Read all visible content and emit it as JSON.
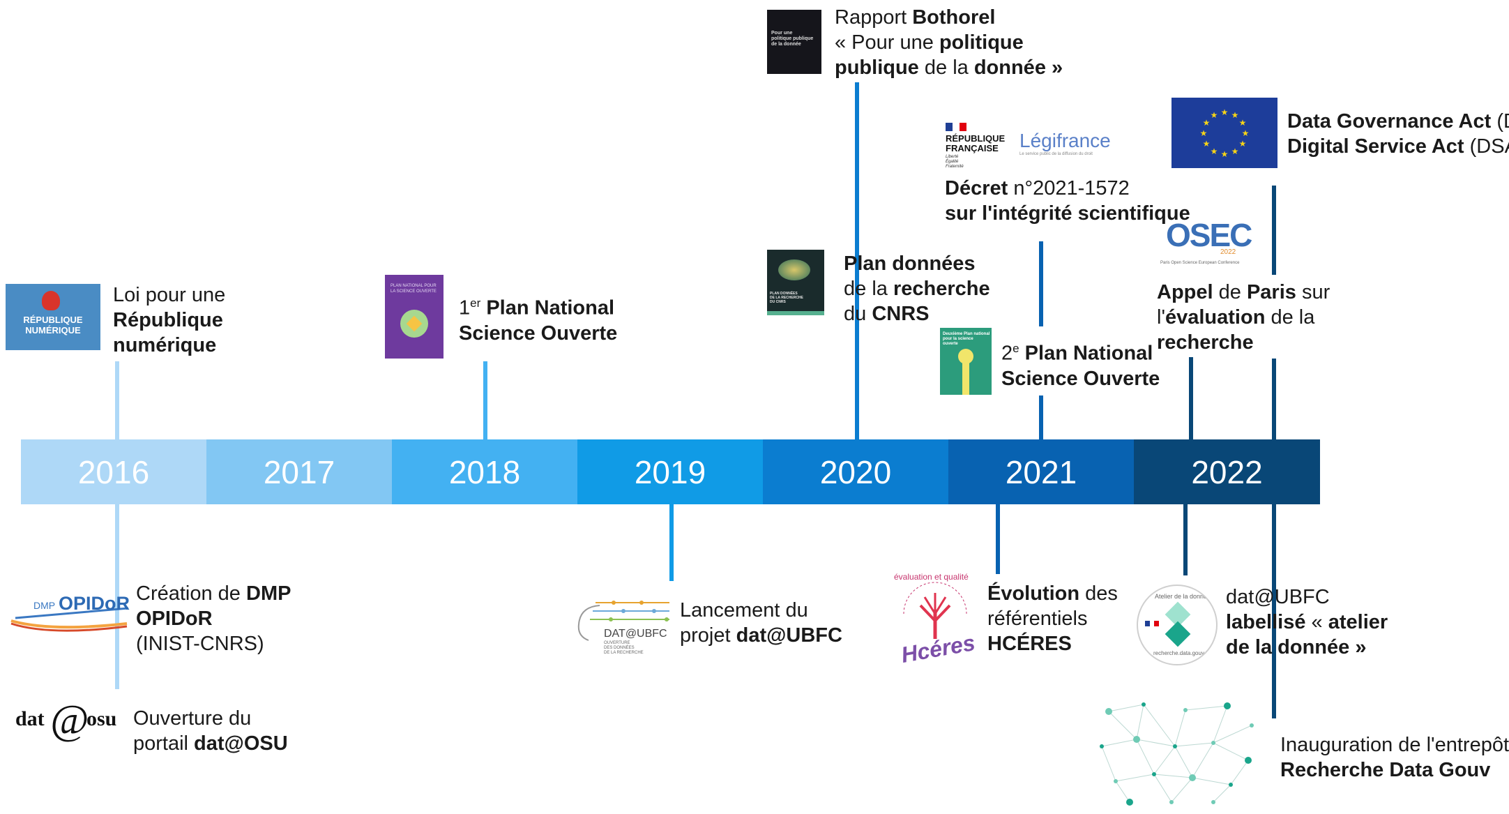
{
  "timeline": {
    "years": [
      "2016",
      "2017",
      "2018",
      "2019",
      "2020",
      "2021",
      "2022"
    ],
    "colors": [
      "#aed8f7",
      "#82c7f3",
      "#43b1f2",
      "#109be6",
      "#0b7dd0",
      "#0862b1",
      "#094777"
    ]
  },
  "events": {
    "e2016_loi": {
      "l1": "Loi pour une",
      "l2": "République",
      "l3": "numérique"
    },
    "e2016_dmp": {
      "l1_a": "Création de ",
      "l1_b": "DMP",
      "l2": "OPIDoR",
      "l3": "(INIST-CNRS)"
    },
    "e2016_datosu": {
      "l1": "Ouverture du",
      "l2_a": "portail ",
      "l2_b": "dat@OSU"
    },
    "e2018_pnso": {
      "l1_sup_base": "1",
      "l1_sup": "er",
      "l1_b": " Plan National",
      "l2": "Science Ouverte"
    },
    "e2019_datubfc": {
      "l1": "Lancement du",
      "l2_a": "projet ",
      "l2_b": "dat@UBFC"
    },
    "e2020_bothorel": {
      "l1_a": "Rapport ",
      "l1_b": "Bothorel",
      "l2_a": "« Pour une ",
      "l2_b": "politique",
      "l3_a": "publique",
      "l3_b": " de la ",
      "l3_c": "donnée »"
    },
    "e2020_cnrs": {
      "l1": "Plan données",
      "l2_a": "de la ",
      "l2_b": "recherche",
      "l3_a": "du ",
      "l3_b": "CNRS"
    },
    "e2021_decret": {
      "l1_a": "Décret",
      "l1_b": " n°2021-1572",
      "l2": "sur l'intégrité scientifique"
    },
    "e2021_pnso2": {
      "l1_sup_base": "2",
      "l1_sup": "e",
      "l1_b": " Plan National",
      "l2": "Science Ouverte"
    },
    "e2021_hceres": {
      "l1_a": "Évolution",
      "l1_b": " des",
      "l2": "référentiels",
      "l3": "HCÉRES"
    },
    "e2022_dga": {
      "l1_a": "Data Governance Act",
      "l1_b": " (DGA)",
      "l2_a": "Digital Service Act",
      "l2_b": " (DSA)"
    },
    "e2022_paris": {
      "l1_a": "Appel",
      "l1_b": " de ",
      "l1_c": "Paris",
      "l1_d": " sur",
      "l2_a": "l'",
      "l2_b": "évaluation",
      "l2_c": " de la",
      "l3": "recherche"
    },
    "e2022_atelier": {
      "l1": "dat@UBFC",
      "l2_a": "labellisé",
      "l2_b": " « ",
      "l2_c": "atelier",
      "l3": "de la donnée »"
    },
    "e2022_rdg": {
      "l1": "Inauguration de l'entrepôt",
      "l2": "Recherche Data Gouv"
    }
  },
  "logos": {
    "republique_numerique": {
      "l1": "RÉPUBLIQUE",
      "l2": "NUMÉRIQUE"
    },
    "dmp_opidor": {
      "a": "DMP",
      "b": "OPIDoR"
    },
    "datosu": {
      "a": "dat",
      "b": "@",
      "c": "osu"
    },
    "datubfc": {
      "a": "DAT@UBFC",
      "b": "OUVERTURE",
      "c": "DES DONNÉES",
      "d": "DE LA RECHERCHE"
    },
    "rf": {
      "l1": "RÉPUBLIQUE",
      "l2": "FRANÇAISE",
      "l3": "Liberté",
      "l4": "Égalité",
      "l5": "Fraternité"
    },
    "legifrance": {
      "a": "Légifrance",
      "b": "Le service public de la diffusion du droit"
    },
    "osec": {
      "a": "OSEC",
      "b": "2022",
      "c": "Paris Open Science European Conference"
    },
    "hceres": {
      "a": "évaluation et qualité",
      "b": "Hcéres"
    },
    "atelier_badge": {
      "a": "Atelier de la donnée",
      "b": "recherche.data.gouv.fr"
    },
    "pnso_cover": {
      "a": "PLAN NATIONAL POUR",
      "b": "LA SCIENCE OUVERTE"
    },
    "cnrs_cover": {
      "a": "PLAN DONNÉES",
      "b": "DE LA RECHERCHE",
      "c": "DU CNRS"
    },
    "pnso2_cover": {
      "a": "Deuxième Plan national",
      "b": "pour la science",
      "c": "ouverte"
    },
    "bothorel_cover": {
      "a": "Pour une",
      "b": "politique publique",
      "c": "de la donnée"
    }
  }
}
